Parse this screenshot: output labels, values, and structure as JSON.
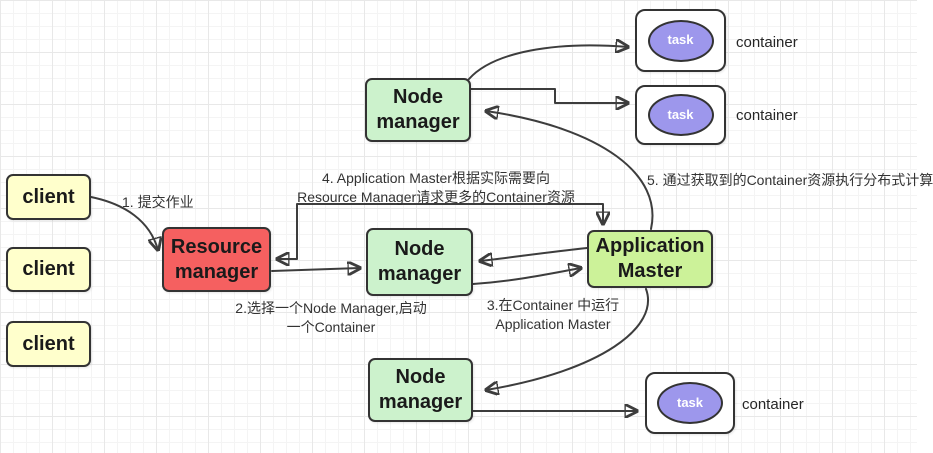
{
  "colors": {
    "client_fill": "#FFFFCC",
    "resource_manager_fill": "#F56060",
    "node_manager_fill": "#CCF2CC",
    "application_master_fill": "#CCF299",
    "task_fill": "#9D97EC",
    "container_fill": "#FFFFFF",
    "border": "#333333",
    "arrow": "#3D3D3D"
  },
  "nodes": {
    "clients": [
      {
        "label": "client"
      },
      {
        "label": "client"
      },
      {
        "label": "client"
      }
    ],
    "resource_manager": {
      "label": "Resource manager"
    },
    "node_managers": [
      {
        "label": "Node manager"
      },
      {
        "label": "Node manager"
      },
      {
        "label": "Node manager"
      }
    ],
    "application_master": {
      "label": "Application Master"
    },
    "containers": [
      {
        "task_label": "task",
        "caption": "container"
      },
      {
        "task_label": "task",
        "caption": "container"
      },
      {
        "task_label": "task",
        "caption": "container"
      }
    ]
  },
  "annotations": {
    "step1": "1. 提交作业",
    "step2": {
      "line1": "2.选择一个Node Manager,启动",
      "line2": "一个Container"
    },
    "step3": {
      "line1": "3.在Container 中运行",
      "line2": "Application Master"
    },
    "step4": {
      "line1": "4. Application Master根据实际需要向",
      "line2": "Resource Manager请求更多的Container资源"
    },
    "step5": "5. 通过获取到的Container资源执行分布式计算"
  }
}
